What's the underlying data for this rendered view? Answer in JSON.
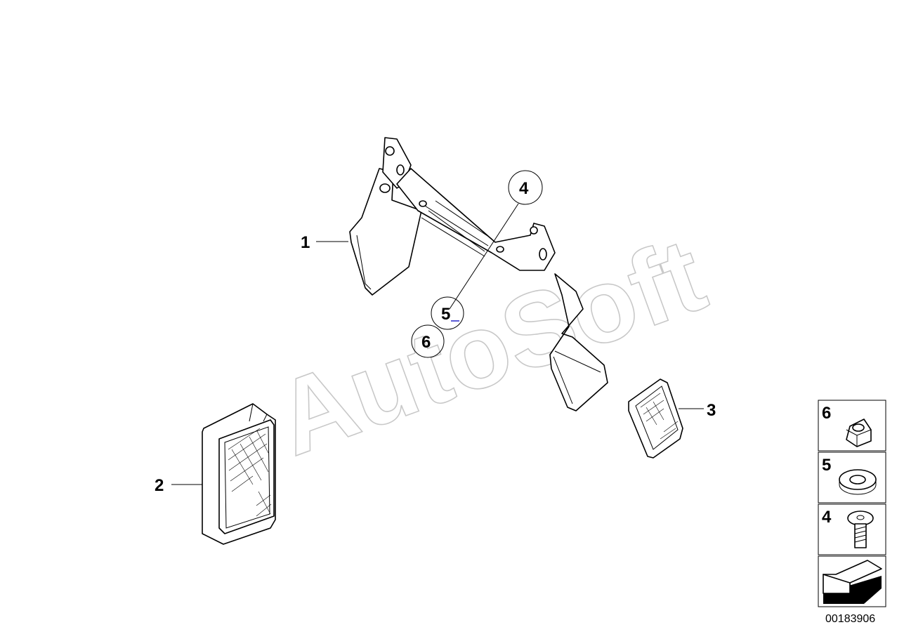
{
  "watermark": "AutoSoft",
  "diagram_id": "00183906",
  "callouts": {
    "bracket": "1",
    "reflector_left": "2",
    "reflector_right": "3",
    "screw": "4",
    "washer": "5",
    "nut": "6"
  },
  "legend": [
    {
      "number": "6",
      "icon": "hex-nut-icon"
    },
    {
      "number": "5",
      "icon": "washer-icon"
    },
    {
      "number": "4",
      "icon": "torx-screw-icon"
    },
    {
      "number": "",
      "icon": "arrow-icon"
    }
  ]
}
